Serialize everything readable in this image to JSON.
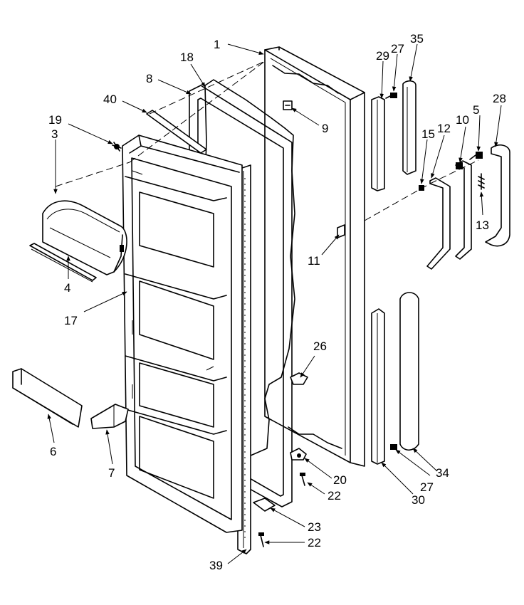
{
  "callouts": {
    "c1": "1",
    "c3": "3",
    "c4": "4",
    "c5": "5",
    "c6": "6",
    "c7": "7",
    "c8": "8",
    "c9": "9",
    "c10": "10",
    "c11": "11",
    "c12": "12",
    "c13": "13",
    "c15": "15",
    "c17": "17",
    "c18": "18",
    "c19": "19",
    "c20": "20",
    "c22a": "22",
    "c22b": "22",
    "c23": "23",
    "c26": "26",
    "c27a": "27",
    "c27b": "27",
    "c28": "28",
    "c29": "29",
    "c30": "30",
    "c34": "34",
    "c35": "35",
    "c39": "39",
    "c40": "40"
  },
  "colors": {
    "ink": "#000000",
    "paper": "#ffffff",
    "insulation": "#d9d9d9"
  }
}
